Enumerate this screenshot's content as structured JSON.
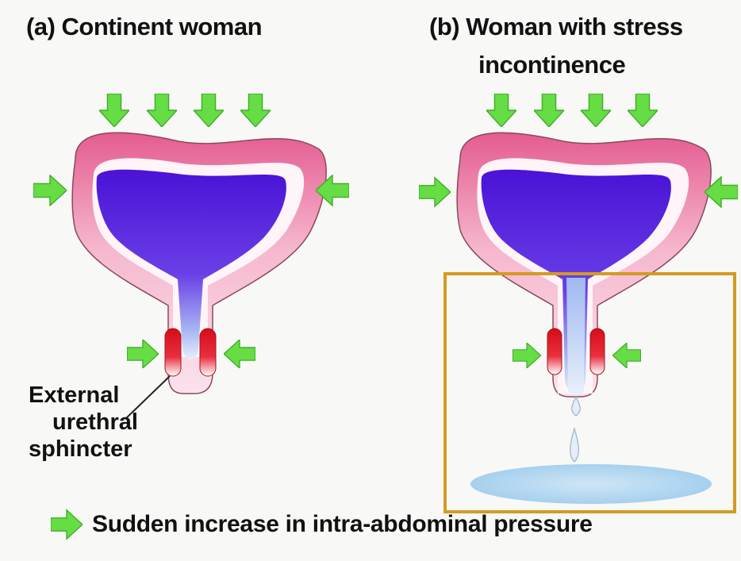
{
  "panel_a": {
    "title": "(a) Continent woman"
  },
  "panel_b": {
    "title_line1": "(b) Woman with stress",
    "title_line2": "incontinence"
  },
  "sphincter_label": {
    "line1": "External",
    "line2": "urethral",
    "line3": "sphincter"
  },
  "legend": {
    "label": "Sudden increase in intra-abdominal pressure",
    "icon": "green-arrow-icon"
  },
  "colors": {
    "arrow": "#66dd44",
    "bladder_wall": "#e8799e",
    "urine": "#5522dd",
    "sphincter": "#dd1122",
    "highlight_box": "#d49a22",
    "puddle": "#a8d4ee"
  }
}
